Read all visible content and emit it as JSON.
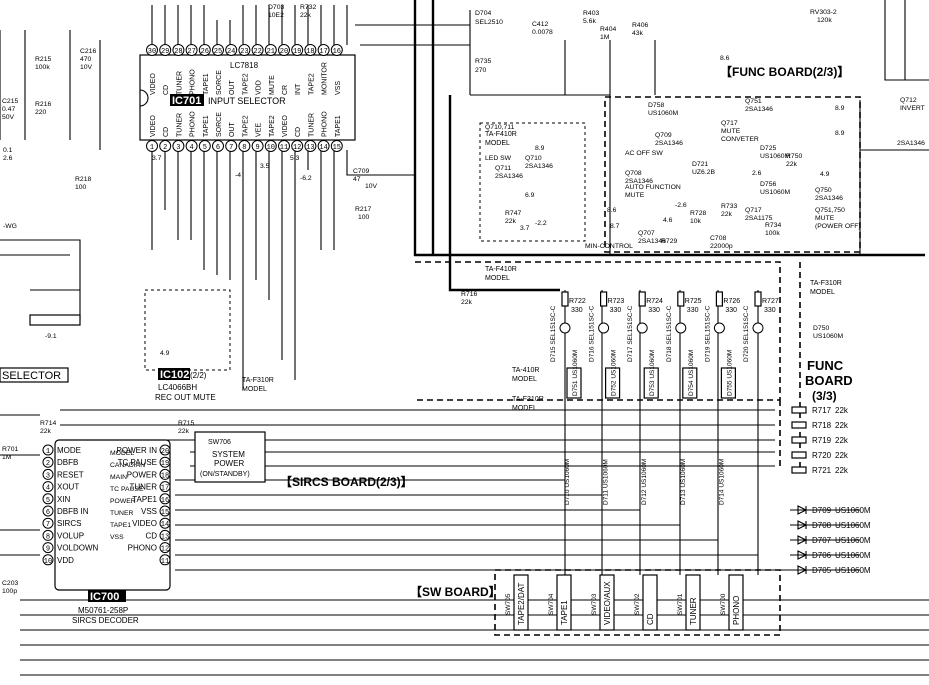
{
  "titles": {
    "func_board_2_3": "【FUNC BOARD(2/3)】",
    "sircs_board": "【SIRCS BOARD(2/3)】",
    "sw_board": "【SW BOARD】",
    "func_board_3_3_l1": "FUNC",
    "func_board_3_3_l2": "BOARD",
    "func_board_3_3_l3": "(3/3)",
    "selector": "SELECTOR"
  },
  "labels": {
    "ic701": "IC701",
    "ic701_part": "LC7818",
    "ic701_desc": "INPUT SELECTOR",
    "ic102": "IC102",
    "ic102_unit": "(2/2)",
    "ic102_part": "LC4066BH",
    "ic102_desc": "REC OUT MUTE",
    "ic700": "IC700",
    "ic700_part": "M50761-258P",
    "ic700_desc": "SIRCS DECODER",
    "sw706": "SW706",
    "sw706_l1": "SYSTEM",
    "sw706_l2": "POWER",
    "sw706_l3": "(ON/STANDBY)"
  },
  "notes": {
    "ta_f310r": "TA-F310R",
    "ta_f310r_dash": "TA-F310R",
    "ta_f310r_caps": "TA-F310R",
    "ta_f410r": "TA-F410R",
    "ta_f410r_caps": "TA-F410R",
    "ta_410r": "TA-410R",
    "model": "MODEL",
    "model_caps": "MODEL"
  },
  "ic701_top_pins": [
    "30",
    "29",
    "28",
    "27",
    "26",
    "25",
    "24",
    "23",
    "22",
    "21",
    "20",
    "19",
    "18",
    "17",
    "16"
  ],
  "ic701_top_names": [
    "VIDEO",
    "CD",
    "TUNER",
    "PHONO",
    "TAPE1",
    "SORCE",
    "OUT",
    "TAPE2",
    "VDD",
    "MUTE",
    "CR",
    "INT",
    "TAPE2",
    "MONITOR",
    "VSS"
  ],
  "ic701_bottom_pins": [
    "1",
    "2",
    "3",
    "4",
    "5",
    "6",
    "7",
    "8",
    "9",
    "10",
    "11",
    "12",
    "13",
    "14",
    "15"
  ],
  "ic701_bottom_names": [
    "VIDEO",
    "CD",
    "TUNER",
    "PHONO",
    "TAPE1",
    "SORCE",
    "OUT",
    "TAPE2",
    "VEE",
    "TAPE2",
    "VIDEO",
    "CD",
    "TUNER",
    "PHONO",
    "TAPE1"
  ],
  "ic700_left": [
    {
      "n": "1",
      "name": "MODE"
    },
    {
      "n": "2",
      "name": "DBFB"
    },
    {
      "n": "3",
      "name": "RESET"
    },
    {
      "n": "4",
      "name": "XOUT"
    },
    {
      "n": "5",
      "name": "XIN"
    },
    {
      "n": "6",
      "name": "DBFB IN"
    },
    {
      "n": "7",
      "name": "SIRCS"
    },
    {
      "n": "8",
      "name": "VOLUP"
    },
    {
      "n": "9",
      "name": "VOLDOWN"
    },
    {
      "n": "10",
      "name": "VDD"
    }
  ],
  "ic700_right": [
    {
      "n": "20",
      "name": "POWER IN"
    },
    {
      "n": "19",
      "name": "TC PAUSE"
    },
    {
      "n": "18",
      "name": "POWER"
    },
    {
      "n": "17",
      "name": "TUNER"
    },
    {
      "n": "16",
      "name": "TAPE1"
    },
    {
      "n": "15",
      "name": "VSS"
    },
    {
      "n": "14",
      "name": "VIDEO"
    },
    {
      "n": "13",
      "name": "CD"
    },
    {
      "n": "12",
      "name": "PHONO"
    },
    {
      "n": "11",
      "name": ""
    }
  ],
  "leds": [
    {
      "ref": "R722",
      "val": "330",
      "led": "D715",
      "type": "SEL151SC-C",
      "d": "D751",
      "dt": "US1060M",
      "d2": "D710",
      "d2t": "US1060M"
    },
    {
      "ref": "R723",
      "val": "330",
      "led": "D716",
      "type": "SEL151SC-C",
      "d": "D752",
      "dt": "US1060M",
      "d2": "D711",
      "d2t": "US1060M"
    },
    {
      "ref": "R724",
      "val": "330",
      "led": "D717",
      "type": "SEL151SC-C",
      "d": "D753",
      "dt": "US1060M",
      "d2": "D712",
      "d2t": "US1060M"
    },
    {
      "ref": "R725",
      "val": "330",
      "led": "D718",
      "type": "SEL151SC-C",
      "d": "D754",
      "dt": "US1060M",
      "d2": "D713",
      "d2t": "US1060M"
    },
    {
      "ref": "R726",
      "val": "330",
      "led": "D719",
      "type": "SEL151SC-C",
      "d": "D755",
      "dt": "US1060M",
      "d2": "D714",
      "d2t": "US1060M"
    },
    {
      "ref": "R727",
      "val": "330",
      "led": "D720",
      "type": "SEL151SC-C",
      "d": "",
      "dt": "",
      "d2": "",
      "d2t": ""
    }
  ],
  "right_resistors": [
    {
      "ref": "R717",
      "val": "22k"
    },
    {
      "ref": "R718",
      "val": "22k"
    },
    {
      "ref": "R719",
      "val": "22k"
    },
    {
      "ref": "R720",
      "val": "22k"
    },
    {
      "ref": "R721",
      "val": "22k"
    }
  ],
  "right_diodes": [
    {
      "ref": "D709",
      "val": "US1060M"
    },
    {
      "ref": "D708",
      "val": "US1060M"
    },
    {
      "ref": "D707",
      "val": "US1060M"
    },
    {
      "ref": "D706",
      "val": "US1060M"
    },
    {
      "ref": "D705",
      "val": "US1060M"
    }
  ],
  "sw_buttons": [
    {
      "sw": "SW705",
      "name": "TAPE2/DAT"
    },
    {
      "sw": "SW704",
      "name": "TAPE1"
    },
    {
      "sw": "SW703",
      "name": "VIDEO/AUX"
    },
    {
      "sw": "SW702",
      "name": "CD"
    },
    {
      "sw": "SW701",
      "name": "TUNER"
    },
    {
      "sw": "SW700",
      "name": "PHONO"
    }
  ],
  "components": [
    "D704",
    "SEL2510",
    "R735",
    "270",
    "R403",
    "5.6k",
    "R404",
    "1M",
    "R406",
    "43k",
    "C412",
    "0.0078",
    "RV303-2",
    "120k",
    "D703",
    "10E2",
    "R732",
    "22k",
    "R215",
    "100k",
    "C216",
    "470",
    "10V",
    "C215",
    "0.47",
    "50V",
    "R216",
    "220",
    "R218",
    "100",
    "C709",
    "47",
    "10V",
    "R217",
    "100",
    "R716",
    "22k",
    "R714",
    "22k",
    "R715",
    "22k",
    "R701",
    "1M",
    "C203",
    "100p",
    "D758",
    "US1060M",
    "Q751",
    "2SA1346",
    "Q710,711",
    "LED SW",
    "Q709",
    "2SA1346",
    "AC OFF SW",
    "Q717",
    "MUTE",
    "CONVETER",
    "D725",
    "US1060M",
    "Q711",
    "2SA1346",
    "Q710",
    "2SA1346",
    "Q708",
    "2SA1346",
    "AUTO FUNCTION",
    "MUTE",
    "D721",
    "UZ6.2B",
    "D756",
    "US1060M",
    "R750",
    "22k",
    "Q750",
    "2SA1346",
    "Q751,750",
    "MUTE",
    "(POWER OFF)",
    "R747",
    "22k",
    "R728",
    "10k",
    "R733",
    "22k",
    "Q707",
    "2SA1346",
    "R729",
    "MIN-CONTROL",
    "C708",
    "22000p",
    "R734",
    "100k",
    "Q717",
    "2SA1175",
    "D750",
    "US1060M",
    "Q712",
    "INVERT",
    "2SA1346",
    "8.9",
    "8.9",
    "8.9",
    "6.9",
    "3.7",
    "4.6",
    "2.6",
    "4.9",
    "8.6",
    "8.7",
    "3.7",
    "4.9",
    "-9.1",
    "-4",
    "-2.2",
    "-2.6",
    "3.5",
    "8.6",
    "-6.2",
    "5.3",
    "0.1",
    "2.6",
    "-WG",
    "MODEL",
    "CANADIAN",
    "MAIN",
    "TC PAUSE",
    "POWER",
    "TUNER",
    "TAPE1",
    "VSS",
    "VIDEO",
    "CD",
    "PHONO"
  ]
}
